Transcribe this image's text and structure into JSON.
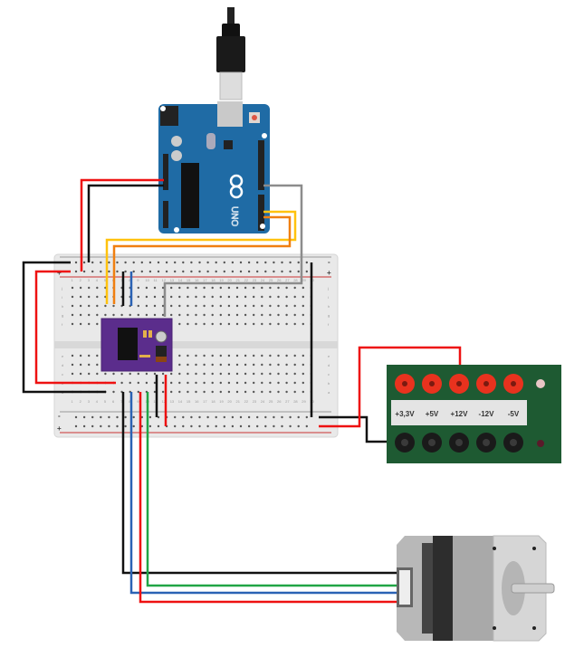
{
  "arduino": {
    "model_label": "UNO"
  },
  "breadboard": {
    "rail_minus": "-",
    "rail_plus": "+",
    "rows_top": [
      "j",
      "i",
      "h",
      "g",
      "f"
    ],
    "rows_bottom": [
      "e",
      "d",
      "c",
      "b",
      "a"
    ],
    "columns": 30
  },
  "power_supply": {
    "terminals": [
      "+3,3V",
      "+5V",
      "+12V",
      "-12V",
      "-5V"
    ]
  },
  "wire_colors": {
    "red": "#ee1111",
    "black": "#111111",
    "yellow": "#ffc20e",
    "orange": "#f07f10",
    "gray": "#8c8c8c",
    "blue": "#2a62b4",
    "green": "#21a545"
  },
  "colors": {
    "arduino": "#1f6ba5",
    "driver": "#5b2d8c",
    "psu_board": "#1e5a32",
    "breadboard": "#e9e9e9"
  }
}
